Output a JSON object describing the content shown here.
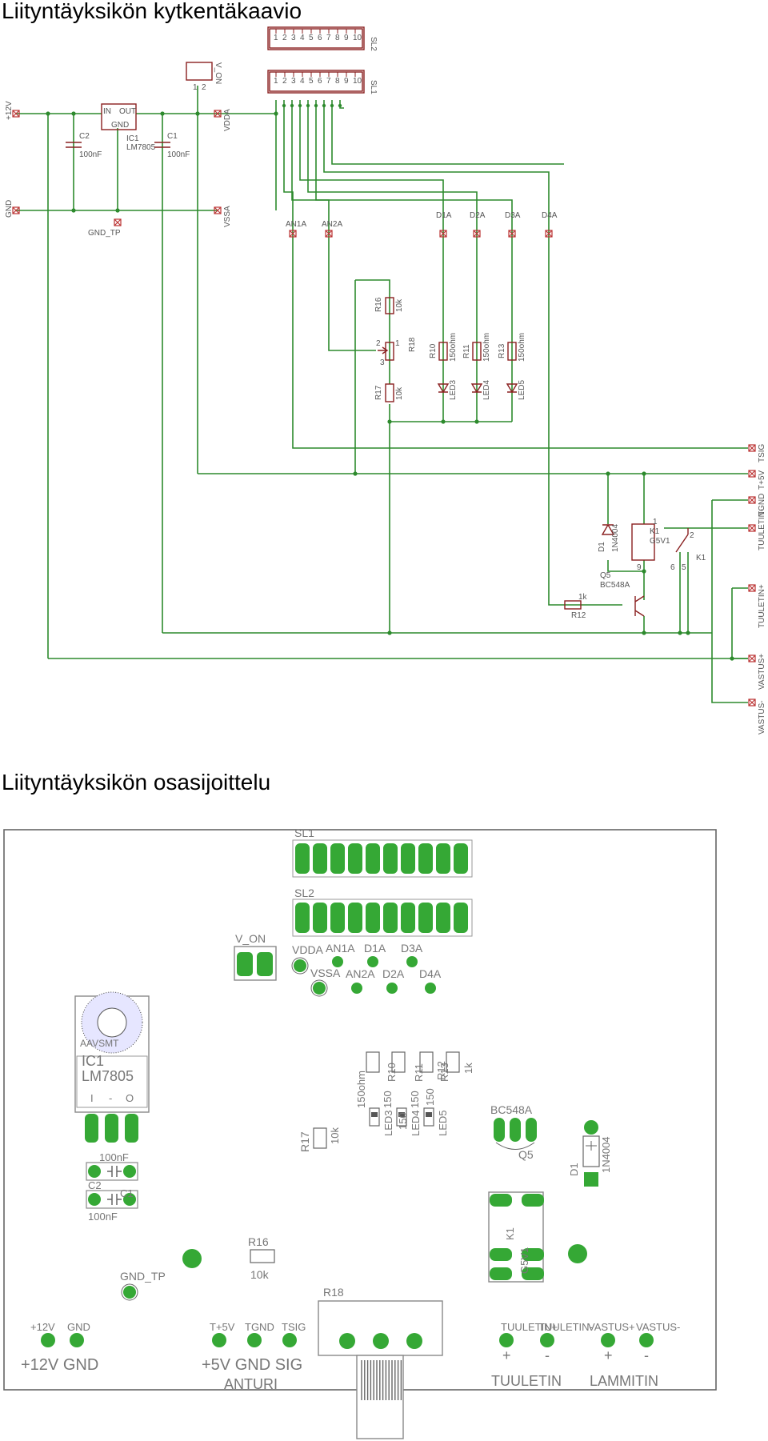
{
  "titles": {
    "schematic": "Liityntäyksikön kytkentäkaavio",
    "layout": "Liityntäyksikön osasijoittelu"
  },
  "colors": {
    "wire": "#2d8a2d",
    "component": "#8a2020",
    "pad": "#35a835",
    "silk": "#777777"
  },
  "schematic": {
    "left_terminals": [
      "+12V",
      "GND"
    ],
    "regulator": {
      "name": "IC1",
      "part": "LM7805",
      "pin_in": "IN",
      "pin_out": "OUT",
      "pin_gnd": "GND"
    },
    "caps": [
      {
        "name": "C2",
        "value": "100nF"
      },
      {
        "name": "C1",
        "value": "100nF"
      }
    ],
    "gnd_tp": "GND_TP",
    "vdda": "VDDA",
    "vssa": "VSSA",
    "v_on": "V_ON",
    "v_on_pins": [
      "1",
      "2"
    ],
    "sl1": "SL1",
    "sl2": "SL2",
    "header_pins": [
      "1",
      "2",
      "3",
      "4",
      "5",
      "6",
      "7",
      "8",
      "9",
      "10"
    ],
    "test_points": [
      "AN1A",
      "AN2A",
      "D1A",
      "D2A",
      "D3A",
      "D4A"
    ],
    "resistors": [
      {
        "name": "R16",
        "value": "10k"
      },
      {
        "name": "R17",
        "value": "10k"
      },
      {
        "name": "R18",
        "value": ""
      },
      {
        "name": "R10",
        "value": "150ohm"
      },
      {
        "name": "R11",
        "value": "150ohm"
      },
      {
        "name": "R13",
        "value": "150ohm"
      },
      {
        "name": "R12",
        "value": "1k"
      }
    ],
    "pot_pins": [
      "2",
      "1",
      "3"
    ],
    "leds": [
      "LED3",
      "LED4",
      "LED5"
    ],
    "diode": {
      "name": "D1",
      "part": "1N4004"
    },
    "relay": {
      "name": "K1",
      "part": "G5V1",
      "contact": "K1",
      "pins": [
        "2",
        "1",
        "9",
        "6",
        "5"
      ]
    },
    "transistor": {
      "name": "Q5",
      "part": "BC548A"
    },
    "right_terminals": [
      "TSIG",
      "T+5V",
      "TGND",
      "TUULETIN-",
      "TUULETIN+",
      "VASTUS+",
      "VASTUS-"
    ]
  },
  "layout": {
    "headers": [
      "SL1",
      "SL2"
    ],
    "v_on": "V_ON",
    "vdda": "VDDA",
    "vssa": "VSSA",
    "tps_top": [
      "AN1A",
      "D1A",
      "D3A"
    ],
    "tps_bottom": [
      "AN2A",
      "D2A",
      "D4A"
    ],
    "ic_ref": "IC1",
    "ic_part": "LM7805",
    "ic_heatsink_text": "AAVSMT",
    "ic_pins": [
      "I",
      "-",
      "O"
    ],
    "cap_top_value": "100nF",
    "cap_c2": "C2",
    "cap_c1": "C1",
    "cap_bottom_value": "100nF",
    "resistor_row_labels": [
      "150ohm",
      "R10",
      "150",
      "R11",
      "150",
      "R13",
      "R12",
      "1k"
    ],
    "led_labels": [
      "LED3",
      "150",
      "LED4",
      "150",
      "LED5"
    ],
    "r17": "R17",
    "r17_value": "10k",
    "q5_part": "BC548A",
    "q5_ref": "Q5",
    "d1_ref": "D1",
    "d1_part": "1N4004",
    "k1_ref": "K1",
    "k1_part": "G5V1",
    "r16": "R16",
    "r16_value": "10k",
    "gnd_tp": "GND_TP",
    "r18": "R18",
    "bottom_pads_left": [
      "+12V",
      "GND"
    ],
    "bottom_text_left": "+12V GND",
    "bottom_pads_mid": [
      "T+5V",
      "TGND",
      "TSIG"
    ],
    "bottom_text_mid": "+5V GND  SIG",
    "anturi": "ANTURI",
    "bottom_pads_right": [
      "TUULETIN+",
      "TUULETIN-",
      "VASTUS+",
      "VASTUS-"
    ],
    "signs_right": [
      "+",
      "-",
      "+",
      "-"
    ],
    "tuuletin": "TUULETIN",
    "lammitin": "LAMMITIN"
  }
}
